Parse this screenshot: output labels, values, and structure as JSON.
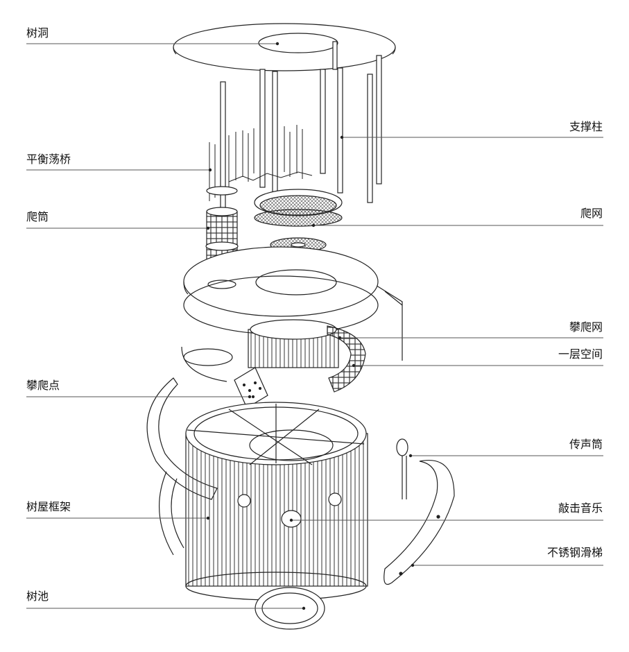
{
  "labels": {
    "tree_hole": "树洞",
    "support_column": "支撑柱",
    "balance_bridge": "平衡荡桥",
    "climb_tube": "爬筒",
    "climb_net": "爬网",
    "climbing_net": "攀爬网",
    "first_floor": "一层空间",
    "climbing_holds": "攀爬点",
    "speaking_tube": "传声筒",
    "treehouse_frame": "树屋框架",
    "percussion_music": "敲击音乐",
    "steel_slide": "不锈钢滑梯",
    "tree_pit": "树池"
  },
  "colors": {
    "line": "#222222",
    "leader": "#555555",
    "background": "#ffffff"
  }
}
